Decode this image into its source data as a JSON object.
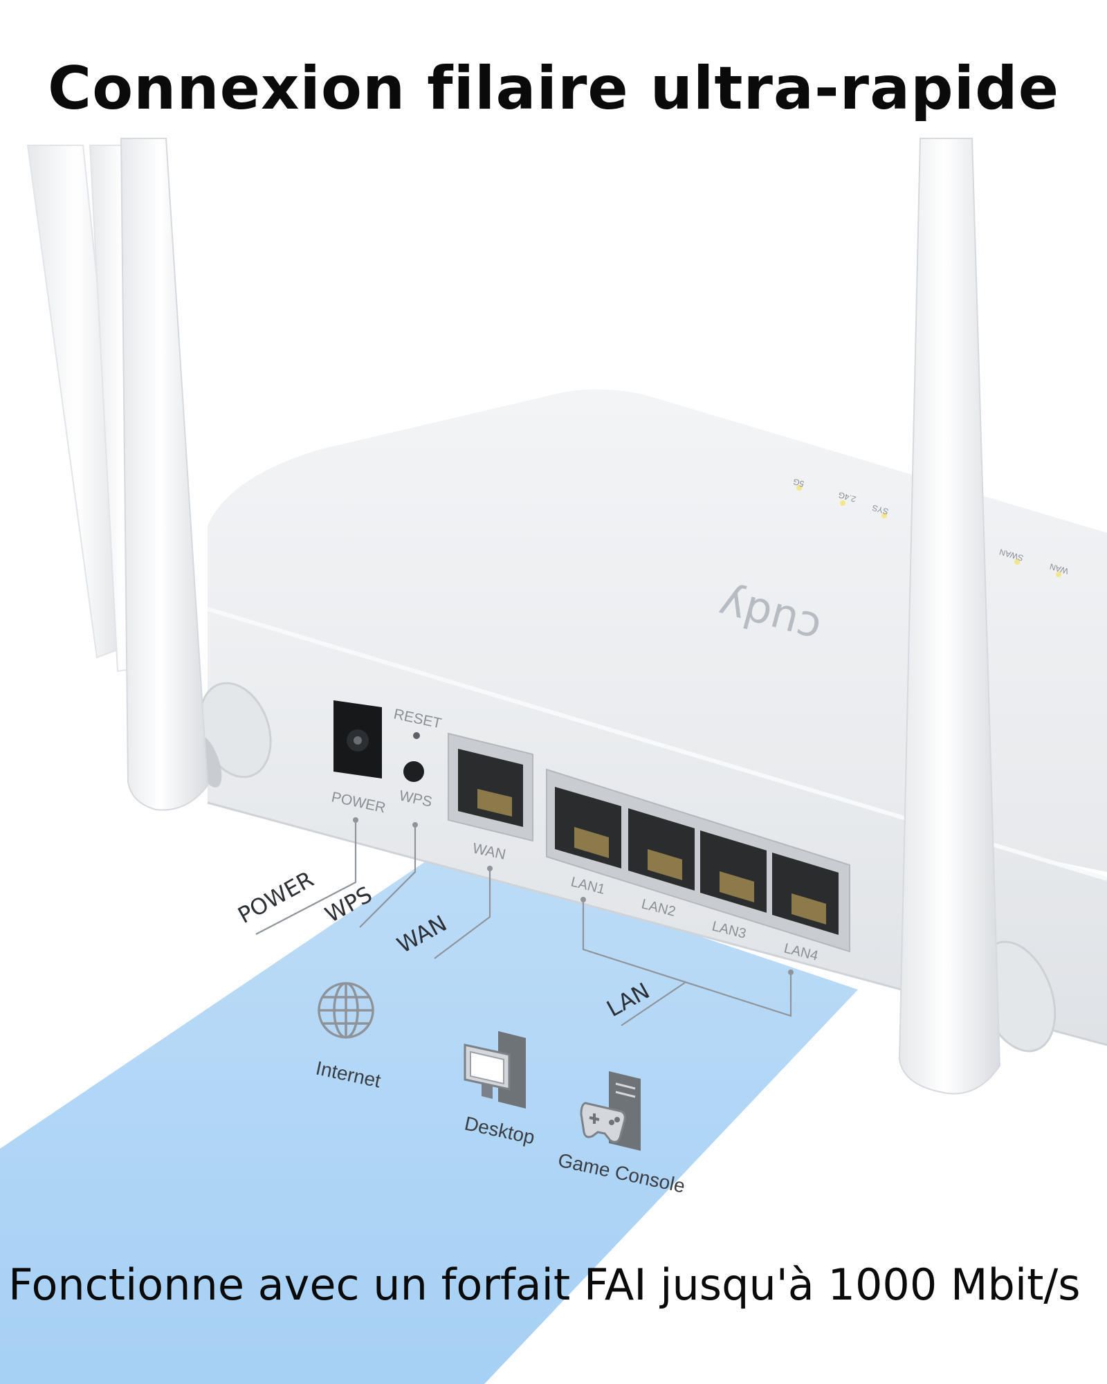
{
  "headline": "Connexion filaire ultra-rapide",
  "footer": "Fonctionne avec un forfait FAI jusqu'à 1000 Mbit/s",
  "brand": "cudy",
  "panel_labels": {
    "reset": "RESET",
    "power": "POWER",
    "wps": "WPS",
    "wan": "WAN",
    "lan1": "LAN1",
    "lan2": "LAN2",
    "lan3": "LAN3",
    "lan4": "LAN4"
  },
  "callouts": {
    "power": "POWER",
    "wps": "WPS",
    "wan": "WAN",
    "lan": "LAN"
  },
  "devices": {
    "internet": "Internet",
    "desktop": "Desktop",
    "game_console": "Game Console"
  },
  "led_labels": [
    "5G",
    "2.4G",
    "SYS",
    "WAN",
    "SWAN"
  ],
  "colors": {
    "light_beam": "#a9d2f5",
    "router_body": "#f1f3f5",
    "port_led": "#f4e68a"
  }
}
